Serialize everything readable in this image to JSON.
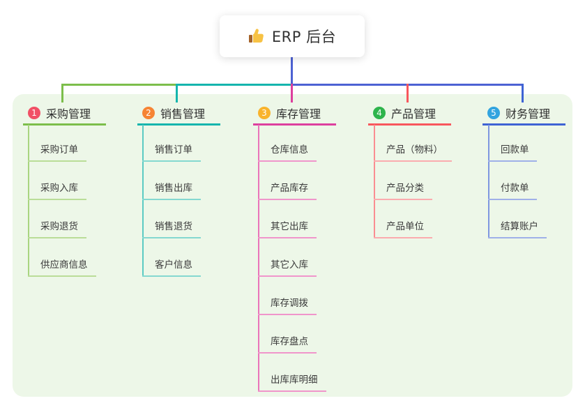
{
  "page": {
    "background": "#ffffff",
    "panel_color": "#edf7e8"
  },
  "root": {
    "label": "ERP 后台",
    "icon": "thumbs-up-icon",
    "stem_color": "#4d62d3",
    "text_color": "#333333",
    "thumb_hand_color": "#f7c244",
    "thumb_cuff_color": "#a5632a"
  },
  "branches": [
    {
      "badge": "1",
      "badge_color": "#f15065",
      "title": "采购管理",
      "line_color": "#7cbe4b",
      "trunk_color": "#a9d580",
      "child_line_color": "#badd98",
      "children": [
        "采购订单",
        "采购入库",
        "采购退货",
        "供应商信息"
      ]
    },
    {
      "badge": "2",
      "badge_color": "#f68434",
      "title": "销售管理",
      "line_color": "#15b5ad",
      "trunk_color": "#5bcbc3",
      "child_line_color": "#84d8d0",
      "children": [
        "销售订单",
        "销售出库",
        "销售退货",
        "客户信息"
      ]
    },
    {
      "badge": "3",
      "badge_color": "#f9b32c",
      "title": "库存管理",
      "line_color": "#dd3f9e",
      "trunk_color": "#ea74ba",
      "child_line_color": "#f095cb",
      "children": [
        "仓库信息",
        "产品库存",
        "其它出库",
        "其它入库",
        "库存调拨",
        "库存盘点",
        "出库库明细"
      ]
    },
    {
      "badge": "4",
      "badge_color": "#2eb44c",
      "title": "产品管理",
      "line_color": "#f8575d",
      "trunk_color": "#fa8d91",
      "child_line_color": "#fbabae",
      "children": [
        "产品（物料）",
        "产品分类",
        "产品单位"
      ]
    },
    {
      "badge": "5",
      "badge_color": "#32a4df",
      "title": "财务管理",
      "line_color": "#3e63d4",
      "trunk_color": "#7e97e0",
      "child_line_color": "#9fb0e8",
      "children": [
        "回款单",
        "付款单",
        "结算账户"
      ]
    }
  ]
}
